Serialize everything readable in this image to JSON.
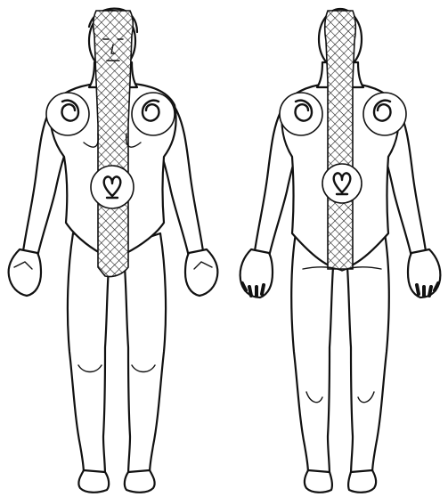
{
  "figure": {
    "views": [
      "front",
      "back"
    ],
    "pattern": "crosshatch",
    "line_color": "#111111",
    "background": "#ffffff",
    "symbols": {
      "shoulder_left": "spiral-symbol",
      "shoulder_right": "spiral-symbol",
      "abdomen": "heart-loop-symbol"
    }
  }
}
